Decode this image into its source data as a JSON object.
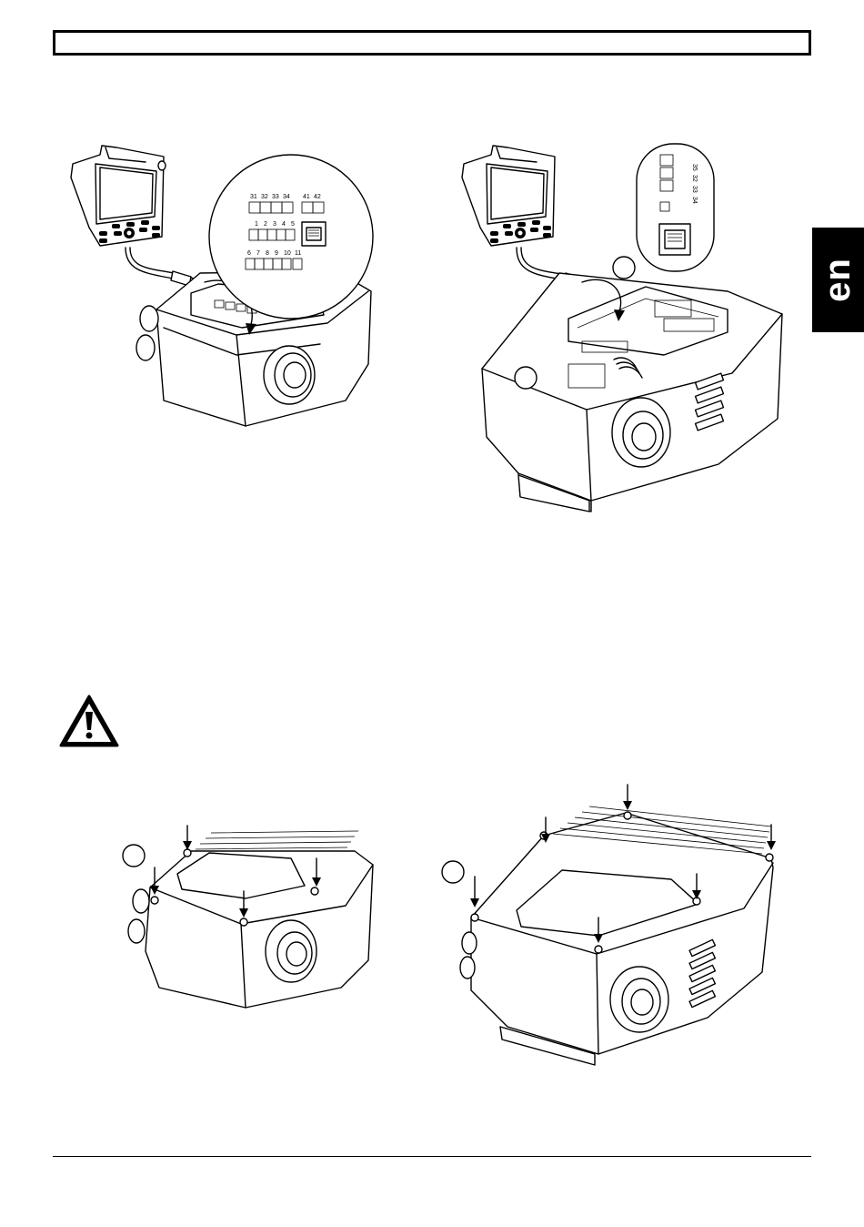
{
  "language_tab": {
    "label": "en"
  },
  "figure_top_left": {
    "terminal_row_1": [
      "31",
      "32",
      "33",
      "34",
      "41",
      "42"
    ],
    "terminal_row_2": [
      "1",
      "2",
      "3",
      "4",
      "5"
    ],
    "terminal_row_3": [
      "6",
      "7",
      "8",
      "9",
      "10",
      "11"
    ]
  },
  "figure_top_right": {
    "terminal_labels": [
      "35",
      "32",
      "33",
      "34"
    ]
  },
  "colors": {
    "ink": "#000000",
    "paper": "#ffffff"
  },
  "icons": {
    "warning": "warning-triangle-icon",
    "arrow": "down-arrow-icon"
  }
}
